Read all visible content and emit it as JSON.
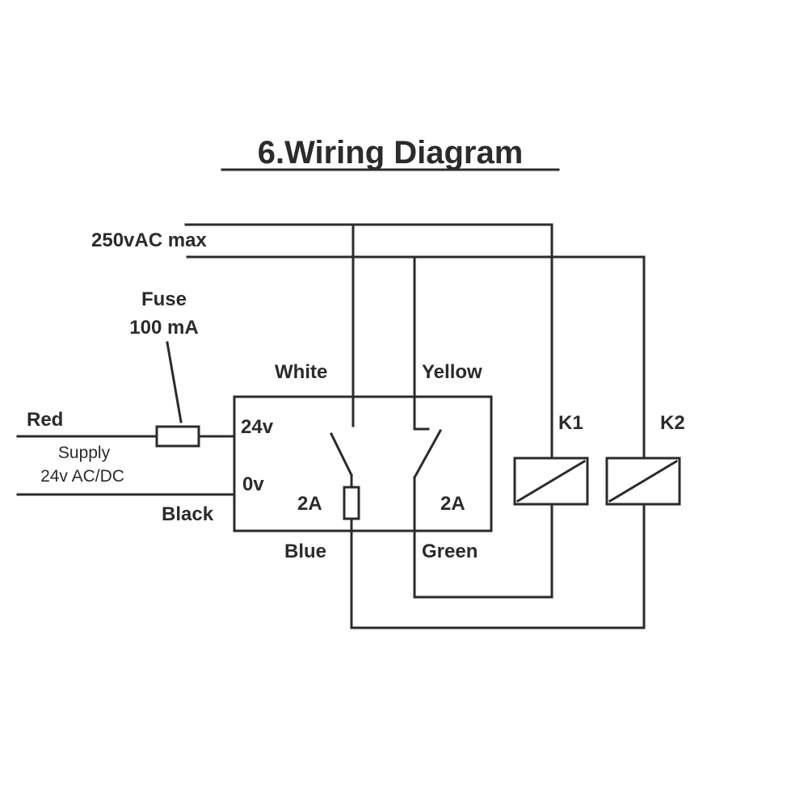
{
  "title": "6.Wiring Diagram",
  "labels": {
    "max_voltage": "250vAC max",
    "fuse": "Fuse",
    "fuse_rating": "100 mA",
    "white": "White",
    "yellow": "Yellow",
    "red": "Red",
    "supply": "Supply",
    "supply_spec": "24v AC/DC",
    "black": "Black",
    "terminal_24v": "24v",
    "terminal_0v": "0v",
    "switch_rating_left": "2A",
    "switch_rating_right": "2A",
    "blue": "Blue",
    "green": "Green",
    "k1": "K1",
    "k2": "K2"
  }
}
